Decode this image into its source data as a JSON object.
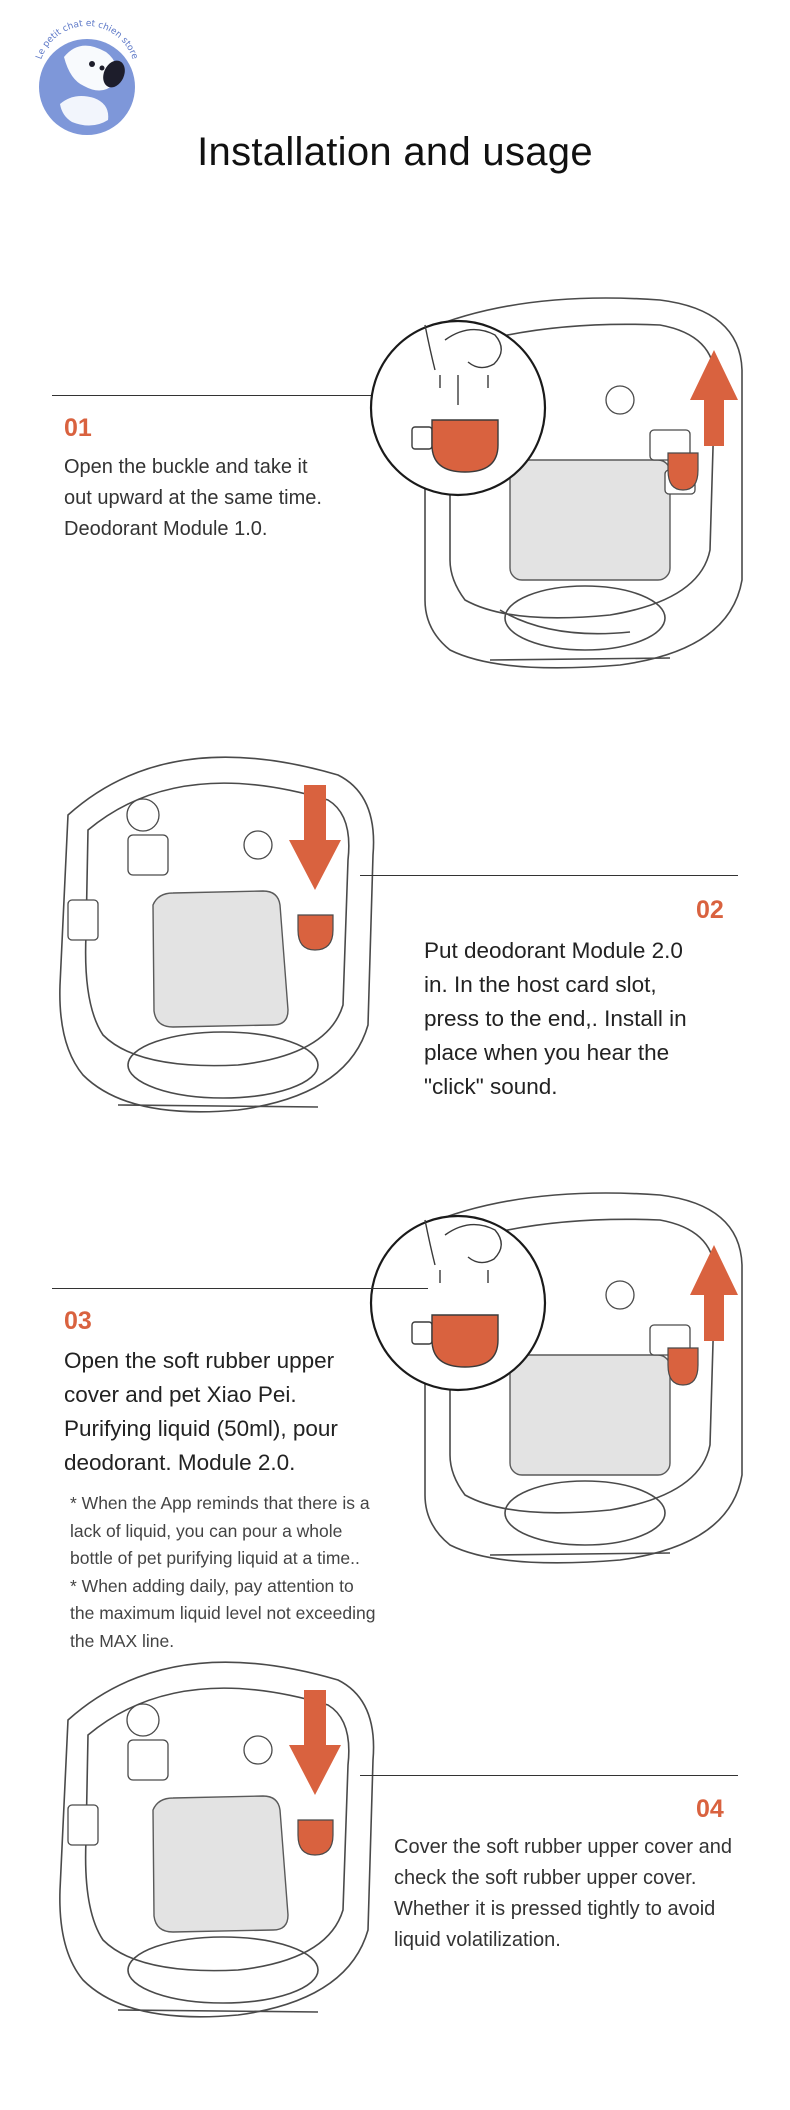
{
  "brand": {
    "logo_text": "Le petit chat et chien store"
  },
  "page": {
    "title": "Installation and usage"
  },
  "accent_color": "#d9623f",
  "steps": [
    {
      "number": "01",
      "lines": [
        "Open the buckle and take it",
        "out upward at the same time.",
        "Deodorant Module 1.0."
      ],
      "arrow": "up"
    },
    {
      "number": "02",
      "lines": [
        "Put deodorant Module 2.0",
        "in. In the host card slot,",
        "press to the end,. Install in",
        "place when you hear the",
        "\"click\" sound."
      ],
      "arrow": "down"
    },
    {
      "number": "03",
      "lines": [
        "Open the soft rubber upper",
        "cover and pet Xiao Pei.",
        "Purifying liquid (50ml), pour",
        "deodorant. Module 2.0."
      ],
      "notes": [
        "* When the App reminds that there is a",
        "lack of liquid, you can pour a whole",
        "bottle of pet purifying liquid at a time..",
        "* When adding daily, pay attention to",
        "the maximum liquid level not exceeding",
        "the MAX line."
      ],
      "arrow": "up"
    },
    {
      "number": "04",
      "lines": [
        "Cover the soft rubber upper cover and",
        "check the soft rubber upper cover.",
        "Whether it is pressed tightly to avoid",
        "liquid volatilization."
      ],
      "arrow": "down"
    }
  ]
}
